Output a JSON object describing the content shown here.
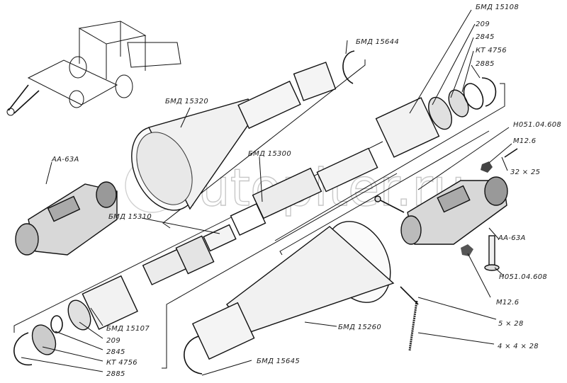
{
  "figure": {
    "description": "Exploded view of cardan shaft drive assembly",
    "watermark": "autopiter.ru",
    "labels": {
      "bmd15108": "БМД 15108",
      "n209_top": "209",
      "n2845_top": "2845",
      "kt4756_top": "КТ 4756",
      "n2885_top": "2885",
      "bmd15644": "БМД 15644",
      "bmd15320": "БМД 15320",
      "n05104608_top": "Н051.04.608",
      "m126_top": "М12.6",
      "bolt_32x25": "32 × 25",
      "aa63a_left": "АА-63А",
      "bmd15300": "БМД 15300",
      "bmd15310": "БМД 15310",
      "aa63a_right": "АА-63А",
      "n05104608_bottom": "Н051.04.608",
      "m126_bottom": "М12.6",
      "pin_5x28": "5 × 28",
      "key_4x4x28": "4 × 4 × 28",
      "bmd15107": "БМД 15107",
      "n209_bottom": "209",
      "n2845_bottom": "2845",
      "kt4756_bottom": "КТ 4756",
      "n2885_bottom": "2885",
      "bmd15260": "БМД 15260",
      "bmd15645": "БМД 15645"
    }
  }
}
